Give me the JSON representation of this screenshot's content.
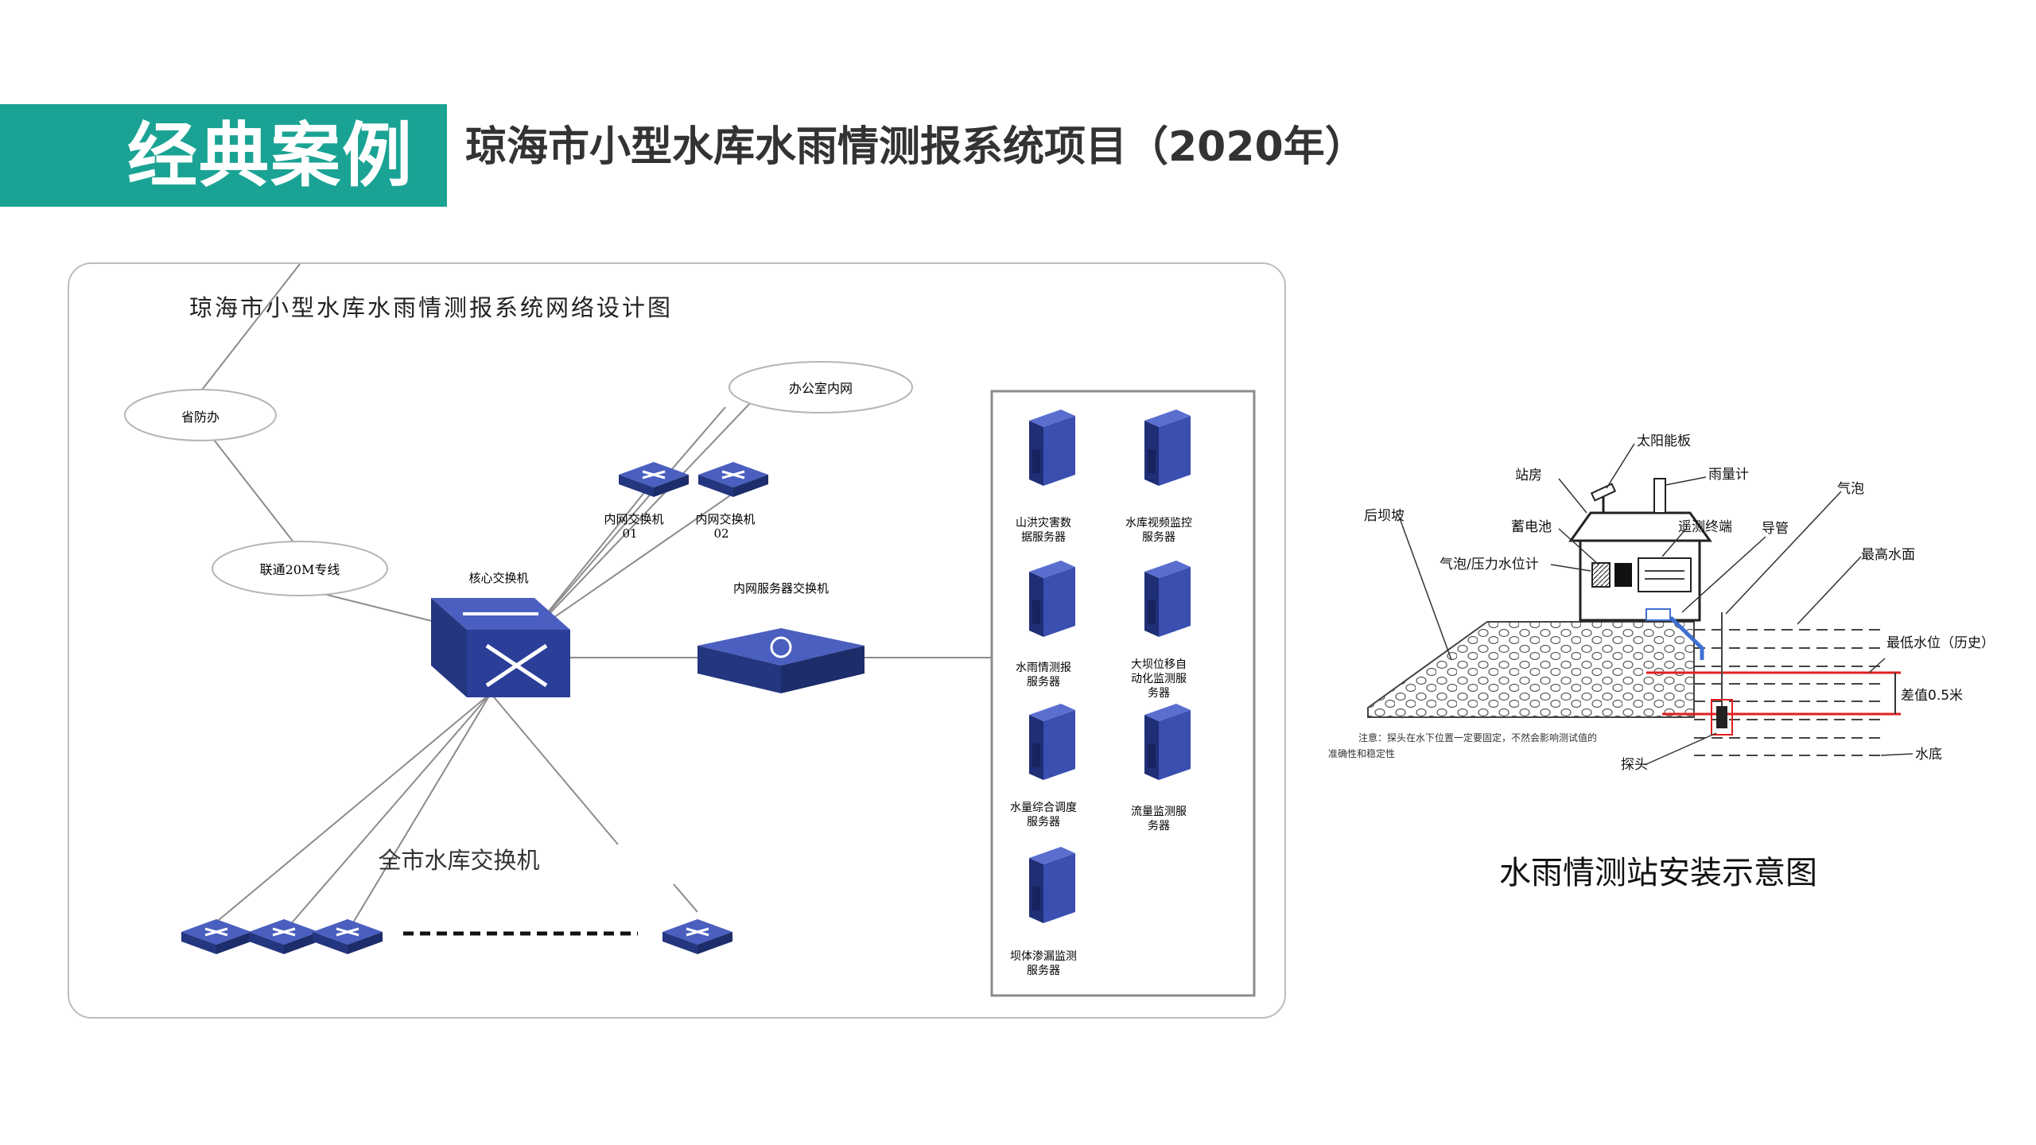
{
  "banner": {
    "label": "经典案例"
  },
  "header": {
    "title": "琼海市小型水库水雨情测报系统项目（2020年）"
  },
  "network": {
    "title": "琼海市小型水库水雨情测报系统网络设计图",
    "clouds": {
      "prov": "省防办",
      "office": "办公室内网",
      "line": "联通20M专线"
    },
    "labels": {
      "core": "核心交换机",
      "intra1a": "内网交换机",
      "intra1b": "01",
      "intra2a": "内网交换机",
      "intra2b": "02",
      "server_switch": "内网服务器交换机",
      "city": "全市水库交换机"
    },
    "servers": [
      {
        "l1": "山洪灾害数",
        "l2": "据服务器",
        "l3": ""
      },
      {
        "l1": "水库视频监控",
        "l2": "服务器",
        "l3": ""
      },
      {
        "l1": "水雨情测报",
        "l2": "服务器",
        "l3": ""
      },
      {
        "l1": "大坝位移自",
        "l2": "动化监测服",
        "l3": "务器"
      },
      {
        "l1": "水量综合调度",
        "l2": "服务器",
        "l3": ""
      },
      {
        "l1": "流量监测服",
        "l2": "务器",
        "l3": ""
      },
      {
        "l1": "坝体渗漏监测",
        "l2": "服务器",
        "l3": ""
      }
    ]
  },
  "install": {
    "caption": "水雨情测站安装示意图",
    "labels": {
      "solar": "太阳能板",
      "station": "站房",
      "rain": "雨量计",
      "bubble": "气泡",
      "dam": "后坝坡",
      "battery": "蓄电池",
      "rtu": "遥测终端",
      "pipe": "导管",
      "level": "气泡/压力水位计",
      "highest": "最高水面",
      "lowest": "最低水位（历史）",
      "diff": "差值0.5米",
      "note1": "注意：探头在水下位置一定要固定，不然会影响测试值的",
      "note2": "准确性和稳定性",
      "probe": "探头",
      "bottom": "水底"
    }
  },
  "colors": {
    "banner": "#1aa394",
    "device": "#2b3f99",
    "line": "#8c8c8c",
    "red": "#e02020"
  }
}
